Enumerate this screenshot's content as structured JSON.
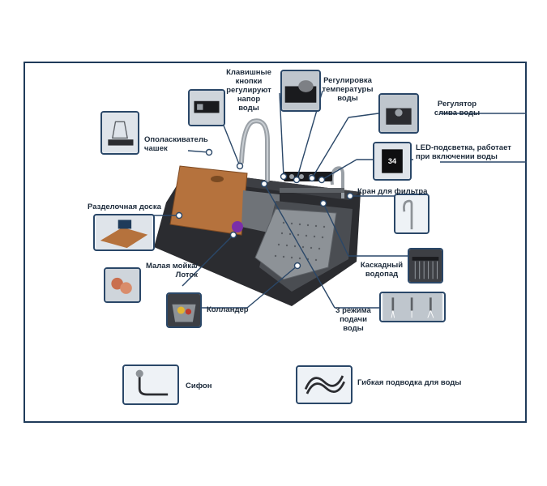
{
  "colors": {
    "frame": "#1f3b5a",
    "leader": "#2a4768",
    "label": "#1c2a3a",
    "sink_body": "#2b2c30",
    "cutting_board": "#b5723d"
  },
  "labels": {
    "cup_rinser": [
      "Ополаскиватель",
      "чашек"
    ],
    "key_buttons": [
      "Клавишные",
      "кнопки",
      "регулируют",
      "напор",
      "воды"
    ],
    "temperature": [
      "Регулировка",
      "температуры",
      "воды"
    ],
    "drain_regulator": [
      "Регулятор",
      "слива воды"
    ],
    "led": [
      "LED-подсветка, работает",
      "при включении воды"
    ],
    "filter_tap": [
      "Кран для фильтра"
    ],
    "cutting_board": [
      "Разделочная доска"
    ],
    "waterfall": [
      "Каскадный",
      "водопад"
    ],
    "small_sink": [
      "Малая мойка/",
      "Лоток"
    ],
    "colander": [
      "Колландер"
    ],
    "modes": [
      "3 режима",
      "подачи воды"
    ],
    "siphon": [
      "Сифон"
    ],
    "hose": [
      "Гибкая подводка для воды"
    ]
  },
  "display_readout": "34"
}
